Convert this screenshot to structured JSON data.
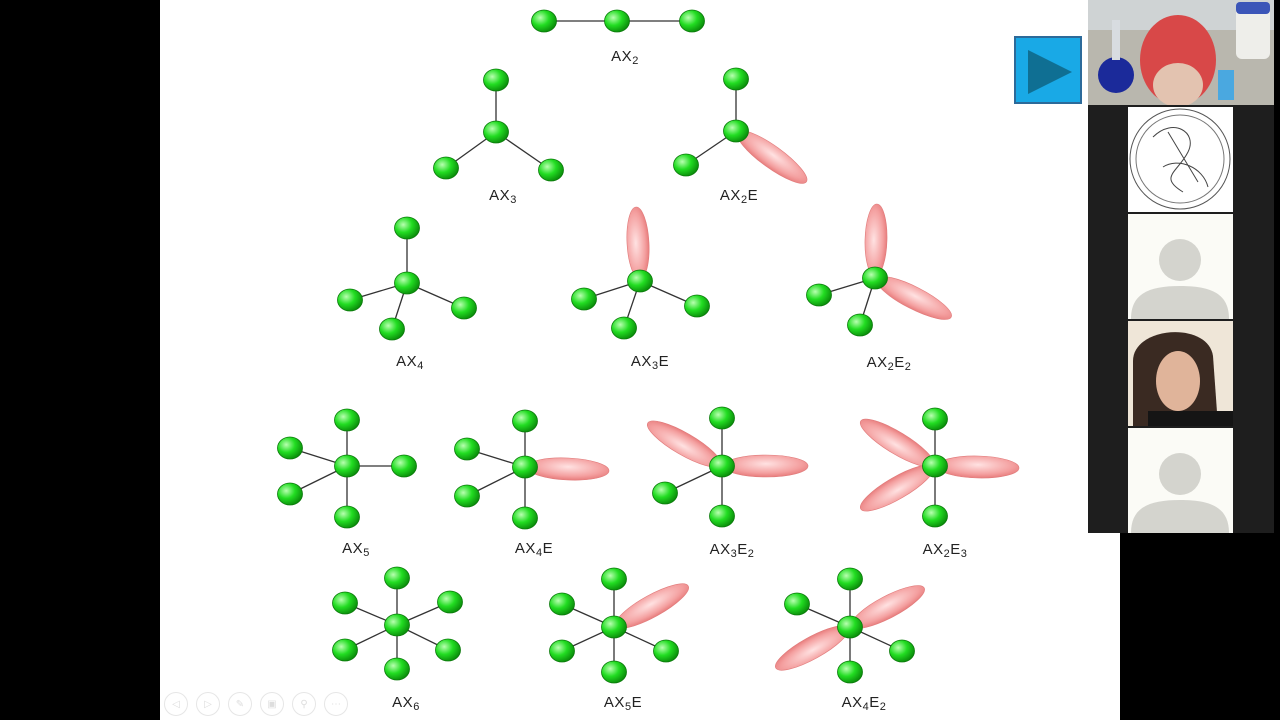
{
  "slide": {
    "molecules": [
      {
        "main": "AX",
        "sub1": "2",
        "e": "",
        "sub2": ""
      },
      {
        "main": "AX",
        "sub1": "3",
        "e": "",
        "sub2": ""
      },
      {
        "main": "AX",
        "sub1": "2",
        "e": "E",
        "sub2": ""
      },
      {
        "main": "AX",
        "sub1": "4",
        "e": "",
        "sub2": ""
      },
      {
        "main": "AX",
        "sub1": "3",
        "e": "E",
        "sub2": ""
      },
      {
        "main": "AX",
        "sub1": "2",
        "e": "E",
        "sub2": "2"
      },
      {
        "main": "AX",
        "sub1": "5",
        "e": "",
        "sub2": ""
      },
      {
        "main": "AX",
        "sub1": "4",
        "e": "E",
        "sub2": ""
      },
      {
        "main": "AX",
        "sub1": "3",
        "e": "E",
        "sub2": "2"
      },
      {
        "main": "AX",
        "sub1": "2",
        "e": "E",
        "sub2": "3"
      },
      {
        "main": "AX",
        "sub1": "6",
        "e": "",
        "sub2": ""
      },
      {
        "main": "AX",
        "sub1": "5",
        "e": "E",
        "sub2": ""
      },
      {
        "main": "AX",
        "sub1": "4",
        "e": "E",
        "sub2": "2"
      }
    ],
    "colors": {
      "atom": "#22dd22",
      "lobe": "#f08080",
      "bond": "#333333"
    }
  },
  "controls": {
    "toolbar": [
      "previous-icon",
      "next-icon",
      "pen-icon",
      "slides-icon",
      "zoom-icon",
      "more-icon"
    ],
    "play_button": "play-icon"
  },
  "participants": [
    "presenter-video",
    "logo-avatar",
    "participant-placeholder-1",
    "participant-video-2",
    "participant-placeholder-3"
  ]
}
